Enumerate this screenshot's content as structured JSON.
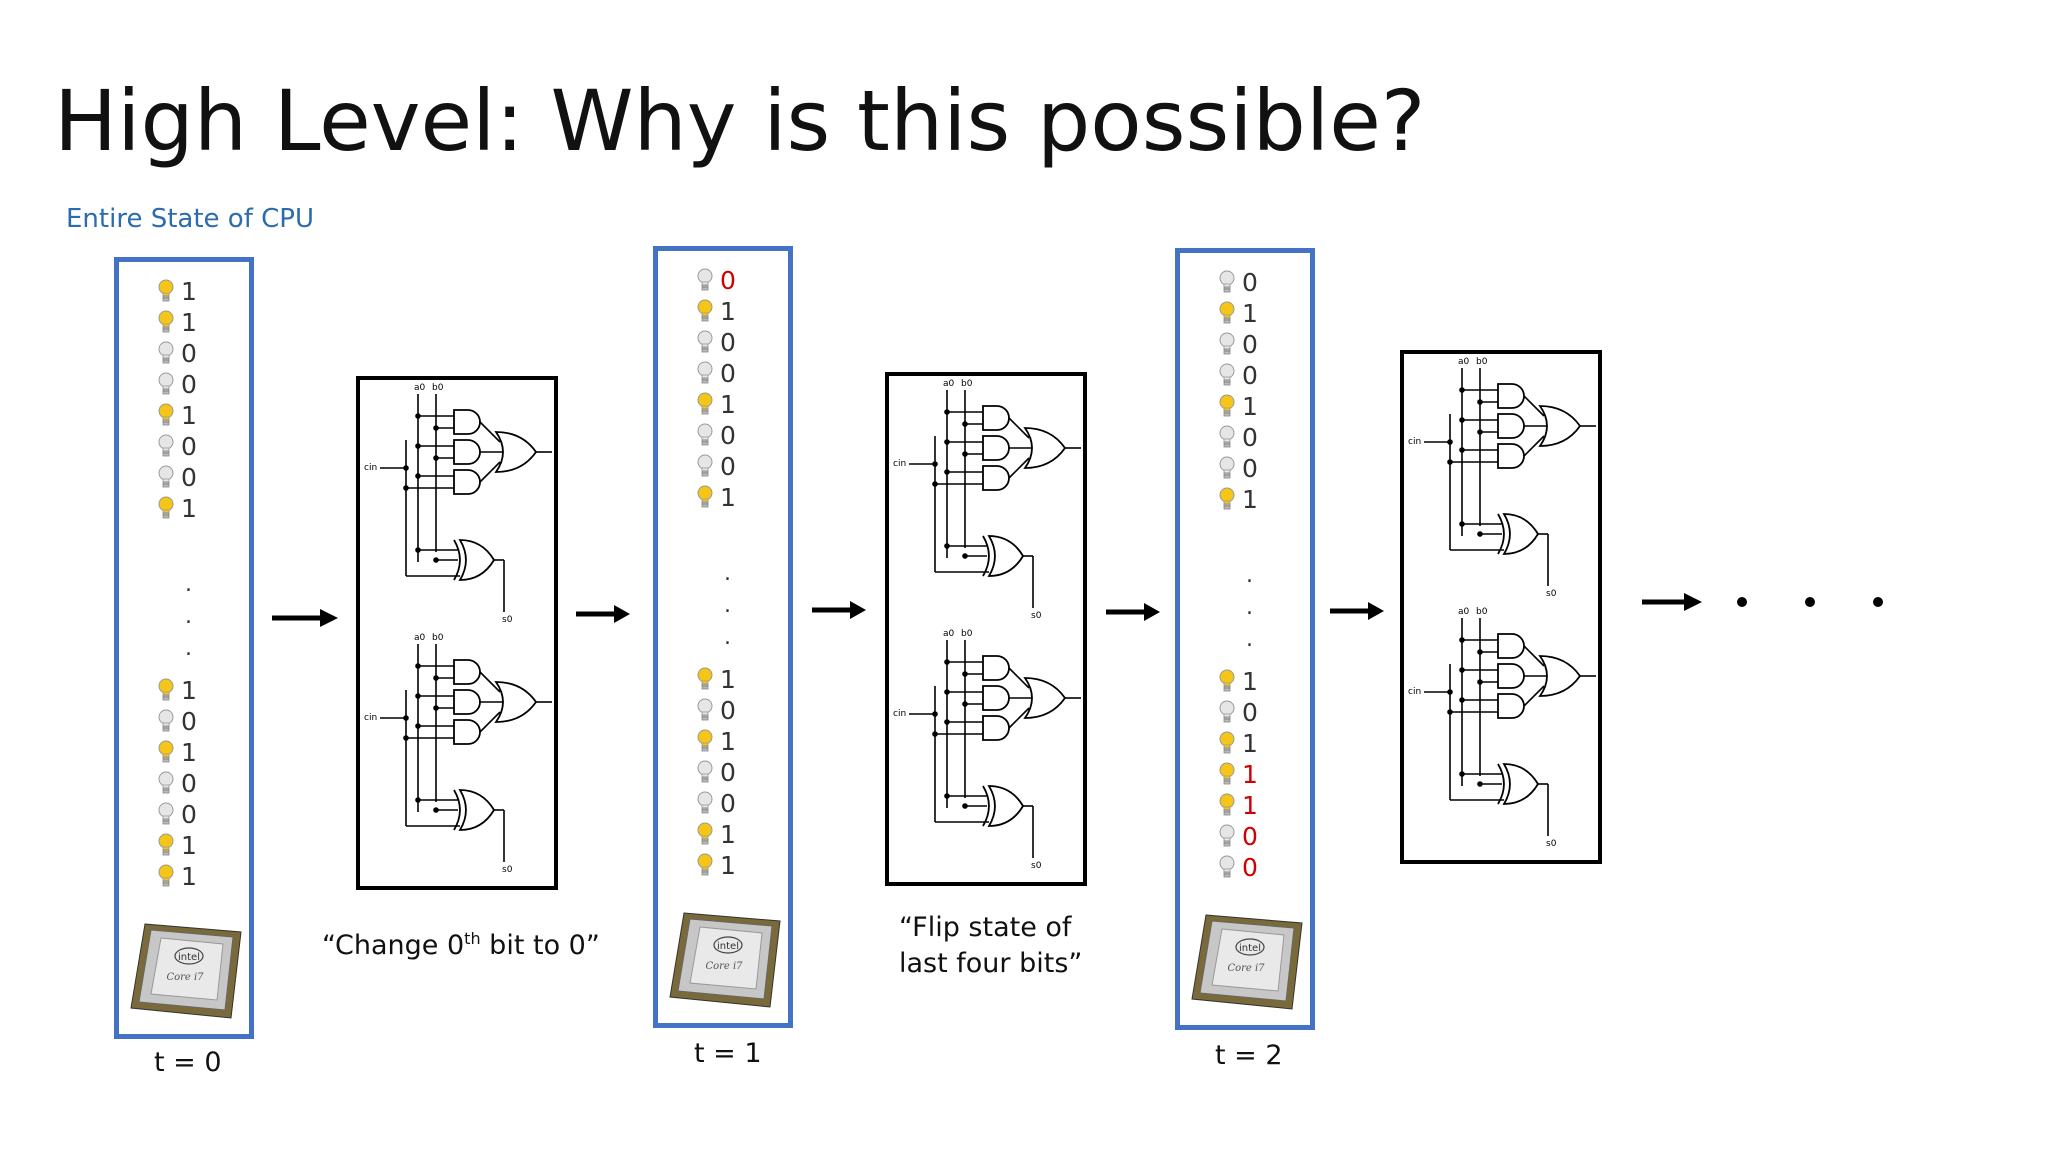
{
  "slide": {
    "title": "High Level: Why is this possible?",
    "subtitle": "Entire State of CPU"
  },
  "states": [
    {
      "time_label": "t = 0",
      "top_bits": [
        {
          "value": "1",
          "on": true,
          "changed": false
        },
        {
          "value": "1",
          "on": true,
          "changed": false
        },
        {
          "value": "0",
          "on": false,
          "changed": false
        },
        {
          "value": "0",
          "on": false,
          "changed": false
        },
        {
          "value": "1",
          "on": true,
          "changed": false
        },
        {
          "value": "0",
          "on": false,
          "changed": false
        },
        {
          "value": "0",
          "on": false,
          "changed": false
        },
        {
          "value": "1",
          "on": true,
          "changed": false
        }
      ],
      "bottom_bits": [
        {
          "value": "1",
          "on": true,
          "changed": false
        },
        {
          "value": "0",
          "on": false,
          "changed": false
        },
        {
          "value": "1",
          "on": true,
          "changed": false
        },
        {
          "value": "0",
          "on": false,
          "changed": false
        },
        {
          "value": "0",
          "on": false,
          "changed": false
        },
        {
          "value": "1",
          "on": true,
          "changed": false
        },
        {
          "value": "1",
          "on": true,
          "changed": false
        }
      ],
      "chip_text": {
        "brand": "intel",
        "model": "Core i7"
      }
    },
    {
      "time_label": "t = 1",
      "top_bits": [
        {
          "value": "0",
          "on": false,
          "changed": true
        },
        {
          "value": "1",
          "on": true,
          "changed": false
        },
        {
          "value": "0",
          "on": false,
          "changed": false
        },
        {
          "value": "0",
          "on": false,
          "changed": false
        },
        {
          "value": "1",
          "on": true,
          "changed": false
        },
        {
          "value": "0",
          "on": false,
          "changed": false
        },
        {
          "value": "0",
          "on": false,
          "changed": false
        },
        {
          "value": "1",
          "on": true,
          "changed": false
        }
      ],
      "bottom_bits": [
        {
          "value": "1",
          "on": true,
          "changed": false
        },
        {
          "value": "0",
          "on": false,
          "changed": false
        },
        {
          "value": "1",
          "on": true,
          "changed": false
        },
        {
          "value": "0",
          "on": false,
          "changed": false
        },
        {
          "value": "0",
          "on": false,
          "changed": false
        },
        {
          "value": "1",
          "on": true,
          "changed": false
        },
        {
          "value": "1",
          "on": true,
          "changed": false
        }
      ],
      "chip_text": {
        "brand": "intel",
        "model": "Core i7"
      }
    },
    {
      "time_label": "t = 2",
      "top_bits": [
        {
          "value": "0",
          "on": false,
          "changed": false
        },
        {
          "value": "1",
          "on": true,
          "changed": false
        },
        {
          "value": "0",
          "on": false,
          "changed": false
        },
        {
          "value": "0",
          "on": false,
          "changed": false
        },
        {
          "value": "1",
          "on": true,
          "changed": false
        },
        {
          "value": "0",
          "on": false,
          "changed": false
        },
        {
          "value": "0",
          "on": false,
          "changed": false
        },
        {
          "value": "1",
          "on": true,
          "changed": false
        }
      ],
      "bottom_bits": [
        {
          "value": "1",
          "on": true,
          "changed": false
        },
        {
          "value": "0",
          "on": false,
          "changed": false
        },
        {
          "value": "1",
          "on": true,
          "changed": false
        },
        {
          "value": "1",
          "on": true,
          "changed": true
        },
        {
          "value": "1",
          "on": true,
          "changed": true
        },
        {
          "value": "0",
          "on": false,
          "changed": true
        },
        {
          "value": "0",
          "on": false,
          "changed": true
        }
      ],
      "chip_text": {
        "brand": "intel",
        "model": "Core i7"
      }
    }
  ],
  "ellipsis_dots": ".",
  "circuits": [
    {
      "caption_pre": "“Change 0",
      "caption_sup": "th",
      "caption_post": " bit to 0”",
      "labels": {
        "a": "a0",
        "b": "b0",
        "cin": "cin",
        "s": "s0"
      }
    },
    {
      "caption_line1": "“Flip state of",
      "caption_line2": "last four bits”",
      "labels": {
        "a": "a0",
        "b": "b0",
        "cin": "cin",
        "s": "s0"
      }
    },
    {
      "labels": {
        "a": "a0",
        "b": "b0",
        "cin": "cin",
        "s": "s0"
      }
    }
  ],
  "colors": {
    "state_border": "#4472c4",
    "subtitle": "#2b6cb0",
    "changed_bit": "#d00000",
    "bulb_on": "#f5c518",
    "bulb_off": "#e6e6e6"
  },
  "icons": {
    "bulb": "lightbulb-icon",
    "chip": "cpu-chip-icon",
    "arrow": "right-arrow-icon"
  }
}
